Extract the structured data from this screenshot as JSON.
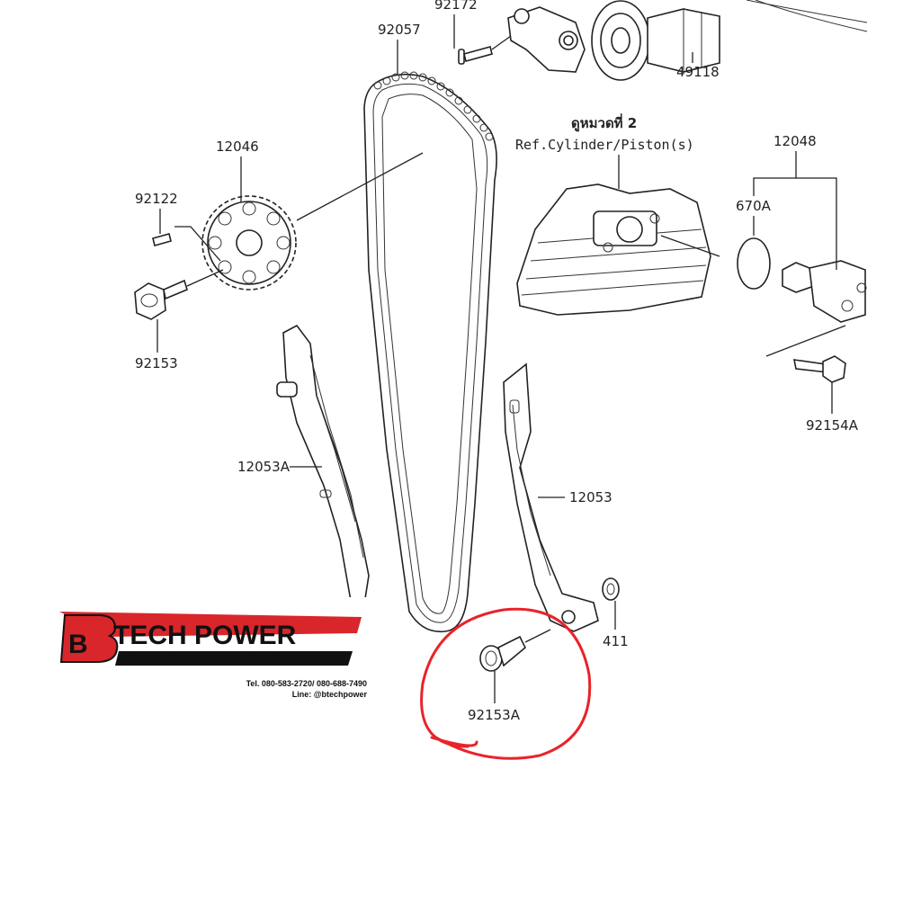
{
  "labels": {
    "p92172": "92172",
    "p92057": "92057",
    "p49118": "49118",
    "p12046": "12046",
    "p92122": "92122",
    "p92153": "92153",
    "p12048": "12048",
    "p670A": "670A",
    "p92154A": "92154A",
    "p12053A": "12053A",
    "p12053": "12053",
    "p411": "411",
    "p92153A": "92153A"
  },
  "reference": {
    "thai": "ดูหมวดที่ 2",
    "cylinder": "Ref.Cylinder/Piston(s)"
  },
  "logo": {
    "letter": "B",
    "title": "TECH POWER",
    "subtitle": "SERVICE AND DYNOTEST",
    "tel": "Tel. 080-583-2720/ 080-688-7490",
    "line": "Line: @btechpower"
  },
  "colors": {
    "highlight": "#e8242a",
    "brand_red": "#d9262b",
    "ink": "#222222"
  }
}
